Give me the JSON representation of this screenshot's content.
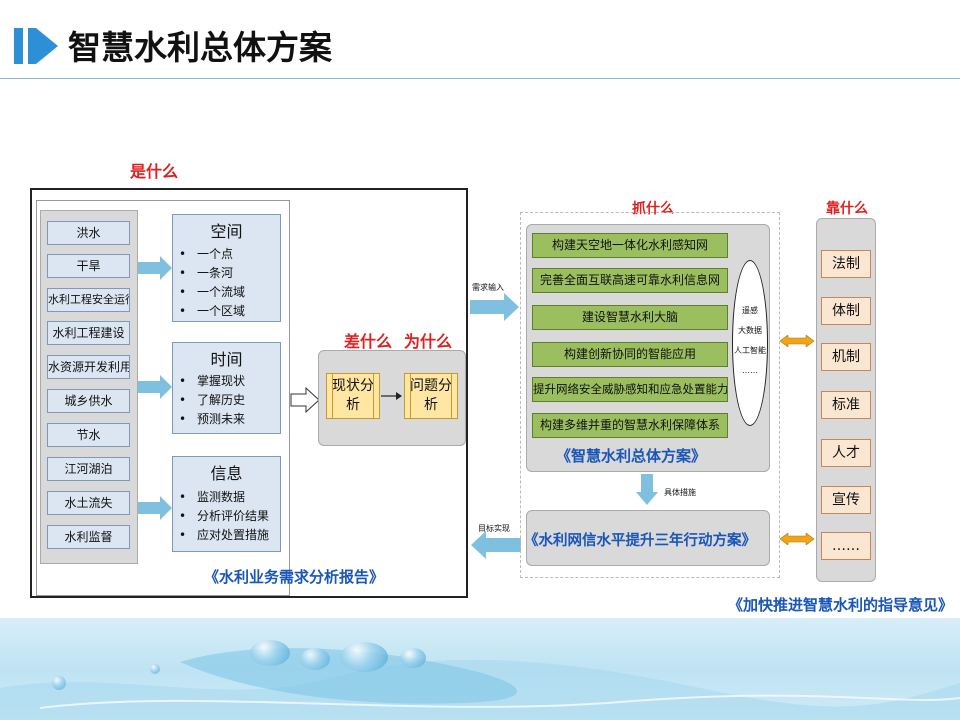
{
  "header": {
    "title": "智慧水利总体方案"
  },
  "left": {
    "heading": "是什么",
    "categories": [
      "洪水",
      "干旱",
      "水利工程安全运行",
      "水利工程建设",
      "水资源开发利用",
      "城乡供水",
      "节水",
      "江河湖泊",
      "水土流失",
      "水利监督"
    ],
    "dimensions": [
      {
        "title": "空间",
        "bullets": [
          "一个点",
          "一条河",
          "一个流域",
          "一个区域"
        ]
      },
      {
        "title": "时间",
        "bullets": [
          "掌握现状",
          "了解历史",
          "预测未来"
        ]
      },
      {
        "title": "信息",
        "bullets": [
          "监测数据",
          "分析评价结果",
          "应对处置措施"
        ]
      }
    ],
    "gap_heading": "差什么",
    "why_heading": "为什么",
    "status_box": "现状分析",
    "problem_box": "问题分析",
    "caption": "《水利业务需求分析报告》"
  },
  "flow": {
    "demand_input": "需求输入",
    "target_impl": "目标实现",
    "concrete_measures": "具体措施"
  },
  "middle": {
    "heading": "抓什么",
    "items": [
      "构建天空地一体化水利感知网",
      "完善全面互联高速可靠水利信息网",
      "建设智慧水利大脑",
      "构建创新协同的智能应用",
      "提升网络安全威胁感知和应急处置能力",
      "构建多维并重的智慧水利保障体系"
    ],
    "tech_labels": [
      "遥感",
      "大数据",
      "人工智能",
      "……"
    ],
    "caption": "《智慧水利总体方案》",
    "plan_caption": "《水利网信水平提升三年行动方案》"
  },
  "right": {
    "heading": "靠什么",
    "items": [
      "法制",
      "体制",
      "机制",
      "标准",
      "人才",
      "宣传",
      "……"
    ],
    "caption": "《加快推进智慧水利的指导意见》"
  },
  "colors": {
    "accent": "#2d8fd5",
    "red": "#e02020",
    "caption_blue": "#1a56b8",
    "green": "#9bbf5f",
    "arrow": "#7fc0e0",
    "double_arrow": "#f0a418"
  }
}
